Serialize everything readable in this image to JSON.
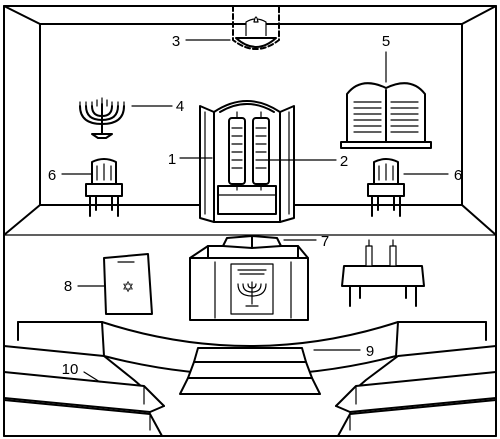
{
  "labels": {
    "l1": "1",
    "l2": "2",
    "l3": "3",
    "l4": "4",
    "l5": "5",
    "l6a": "6",
    "l6b": "6",
    "l7": "7",
    "l8": "8",
    "l9": "9",
    "l10": "10"
  },
  "symbols": {
    "star": "✡"
  }
}
